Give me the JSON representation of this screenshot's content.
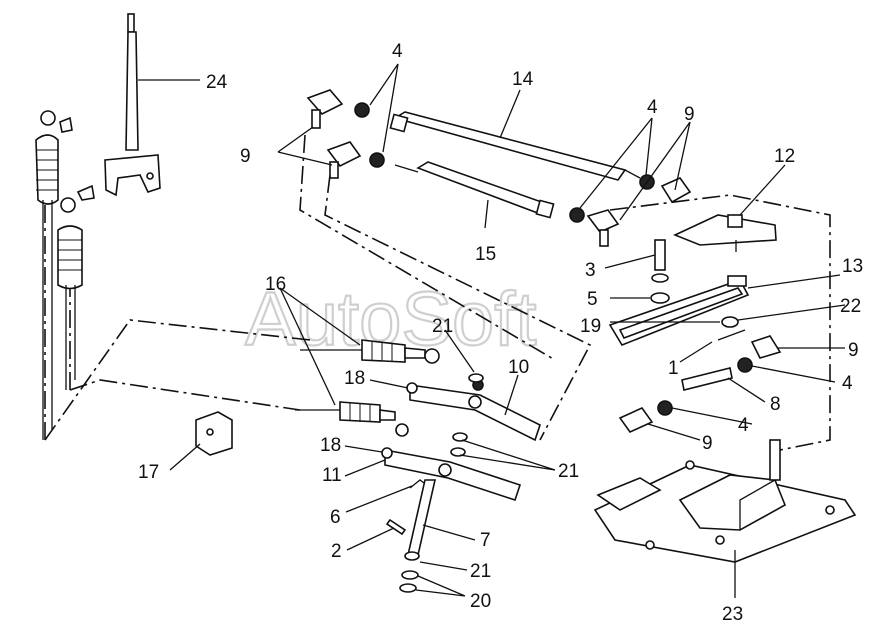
{
  "watermark": "AutoSoft",
  "callouts": [
    {
      "id": "c24",
      "text": "24"
    },
    {
      "id": "c4a",
      "text": "4"
    },
    {
      "id": "c14",
      "text": "14"
    },
    {
      "id": "c9a",
      "text": "9"
    },
    {
      "id": "c4b",
      "text": "4"
    },
    {
      "id": "c9b",
      "text": "9"
    },
    {
      "id": "c12",
      "text": "12"
    },
    {
      "id": "c15",
      "text": "15"
    },
    {
      "id": "c3",
      "text": "3"
    },
    {
      "id": "c13",
      "text": "13"
    },
    {
      "id": "c5",
      "text": "5"
    },
    {
      "id": "c19",
      "text": "19"
    },
    {
      "id": "c22",
      "text": "22"
    },
    {
      "id": "c16",
      "text": "16"
    },
    {
      "id": "c21a",
      "text": "21"
    },
    {
      "id": "c9c",
      "text": "9"
    },
    {
      "id": "c1",
      "text": "1"
    },
    {
      "id": "c10",
      "text": "10"
    },
    {
      "id": "c18a",
      "text": "18"
    },
    {
      "id": "c4c",
      "text": "4"
    },
    {
      "id": "c8",
      "text": "8"
    },
    {
      "id": "c4d",
      "text": "4"
    },
    {
      "id": "c9d",
      "text": "9"
    },
    {
      "id": "c17",
      "text": "17"
    },
    {
      "id": "c18b",
      "text": "18"
    },
    {
      "id": "c21b",
      "text": "21"
    },
    {
      "id": "c11",
      "text": "11"
    },
    {
      "id": "c6",
      "text": "6"
    },
    {
      "id": "c7",
      "text": "7"
    },
    {
      "id": "c2",
      "text": "2"
    },
    {
      "id": "c21c",
      "text": "21"
    },
    {
      "id": "c20",
      "text": "20"
    },
    {
      "id": "c23",
      "text": "23"
    }
  ]
}
